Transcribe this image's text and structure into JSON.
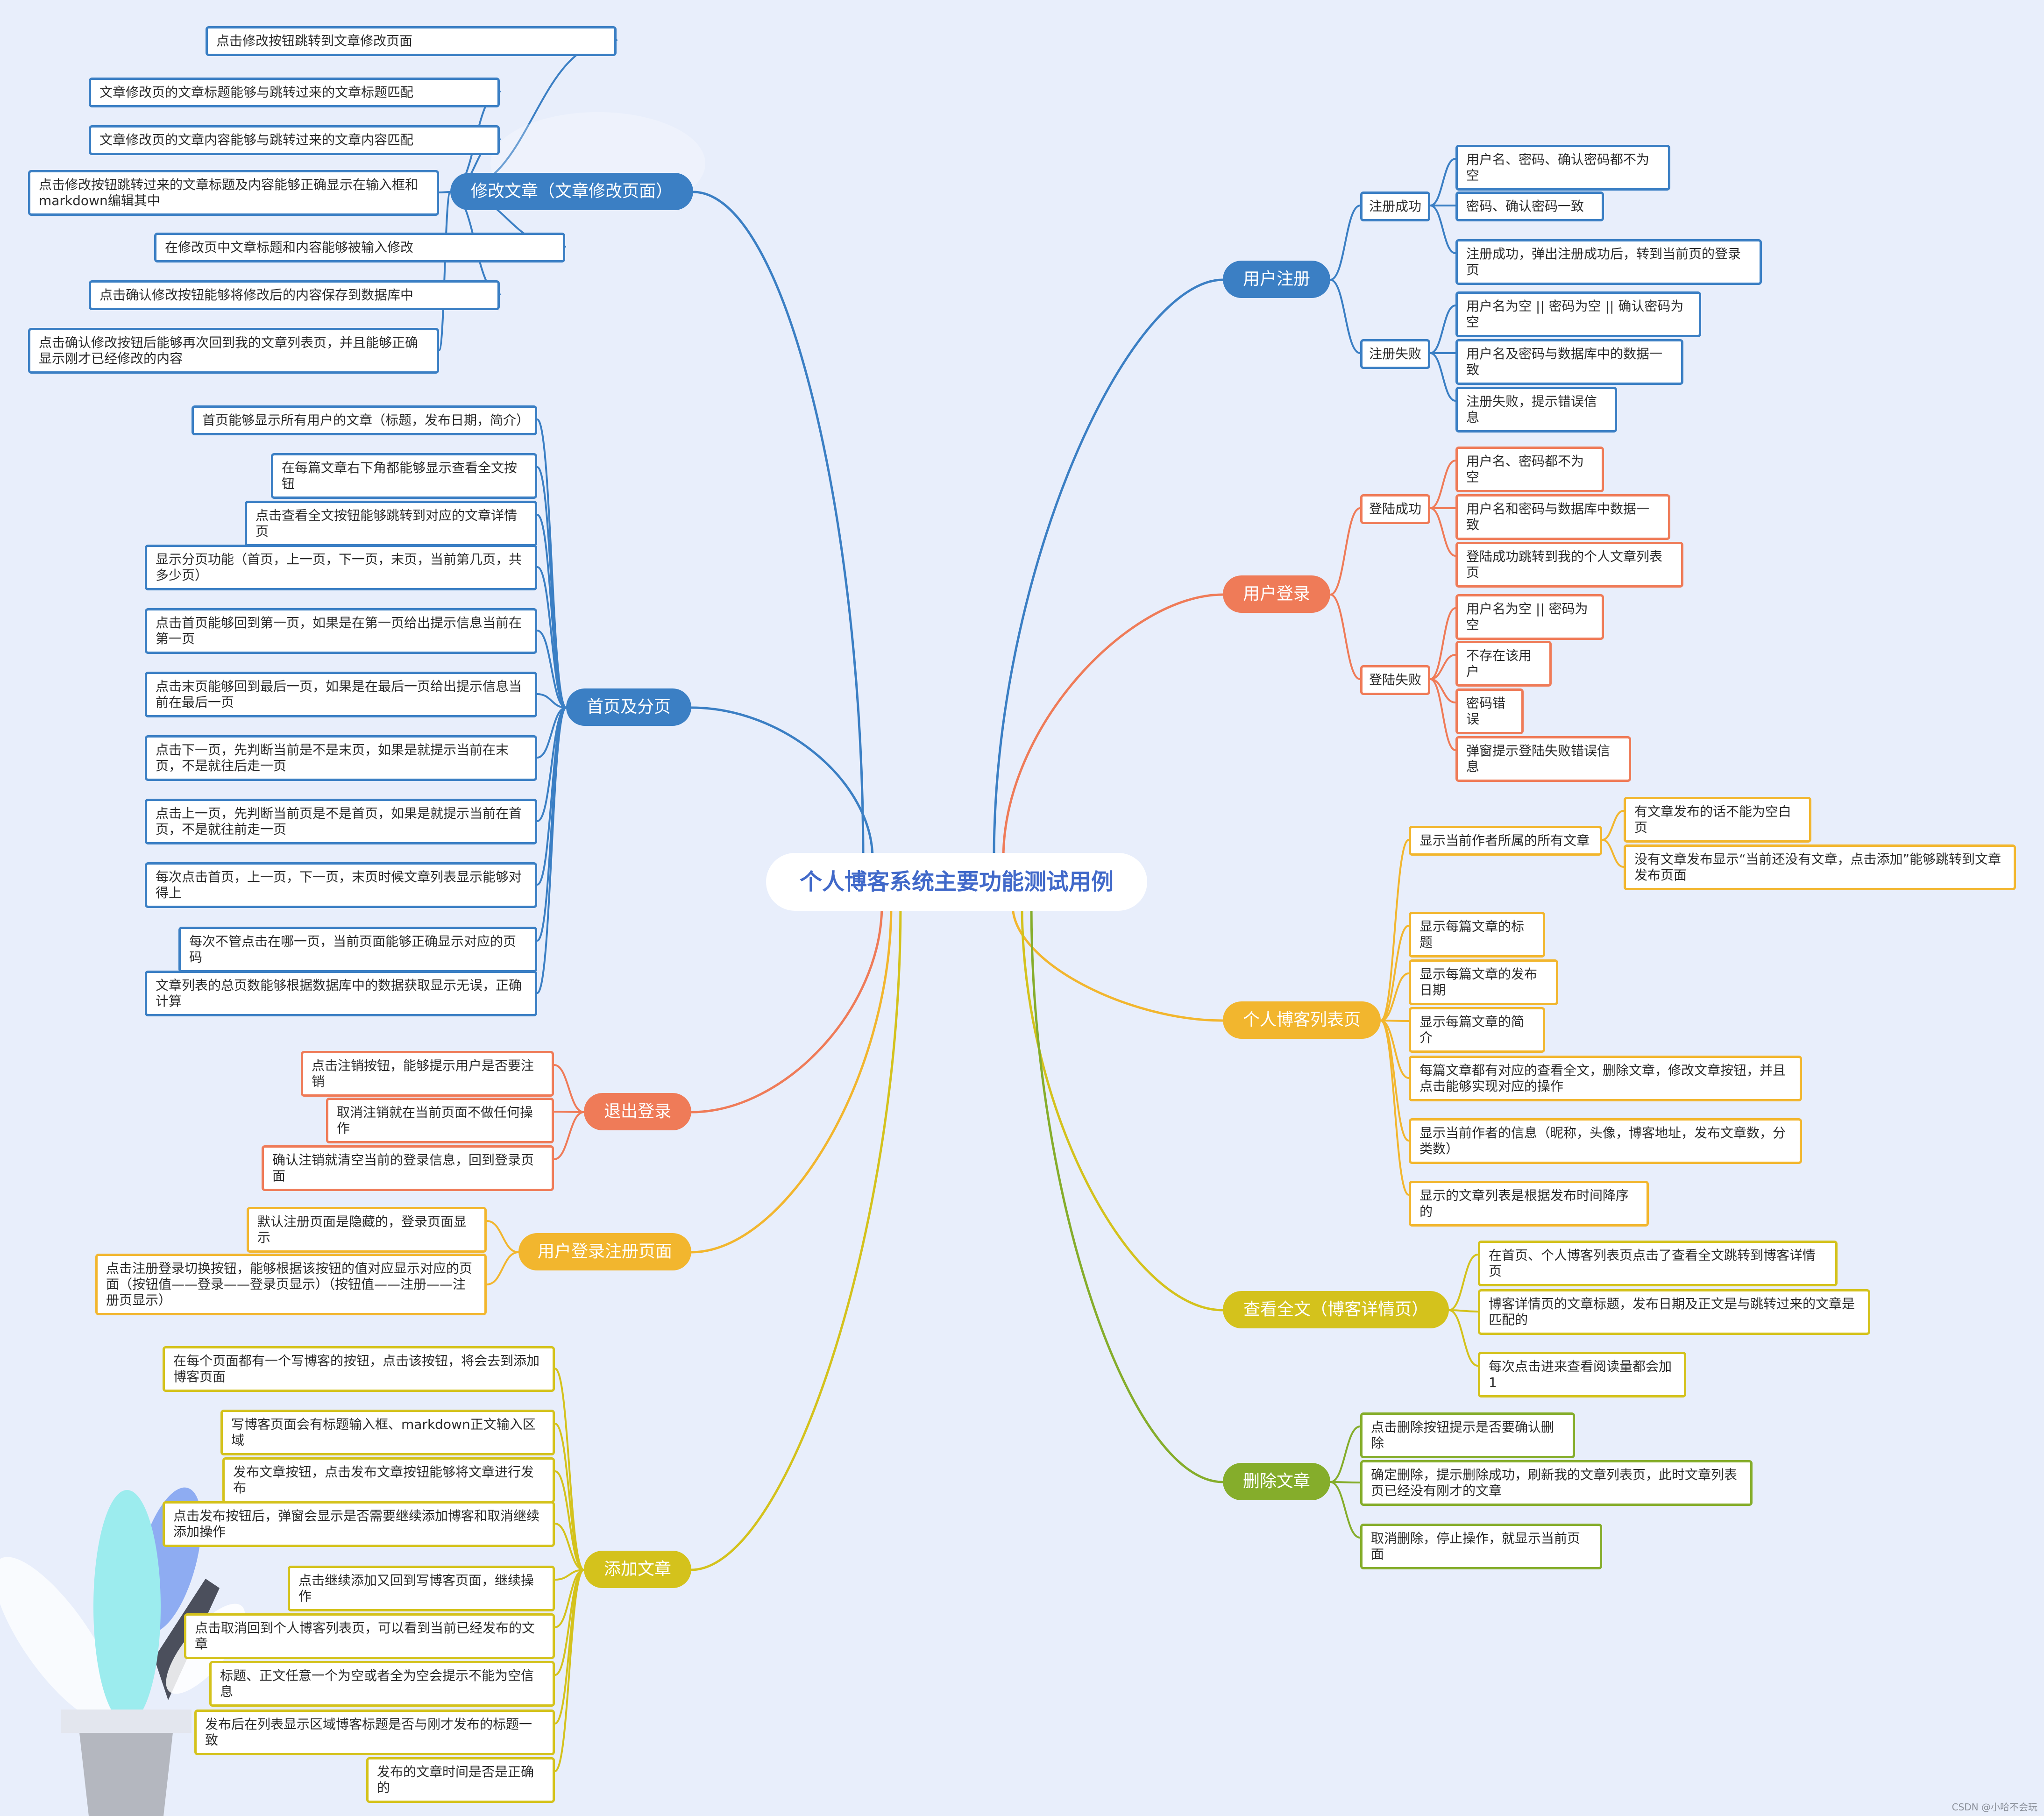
{
  "title": "个人博客系统主要功能测试用例",
  "footer": "CSDN @小哈不会玩",
  "colors": {
    "background": "#e8eefb",
    "blue": "#3b7fc4",
    "orange": "#ef7b58",
    "gold": "#f2b62e",
    "olive": "#d4c21c",
    "green": "#85ad2b",
    "root_text": "#4169c9"
  },
  "branches": [
    {
      "id": "b1",
      "side": "left",
      "color": "blue",
      "label": "修改文章（文章修改页面）",
      "leaves": [
        "点击修改按钮跳转到文章修改页面",
        "文章修改页的文章标题能够与跳转过来的文章标题匹配",
        "文章修改页的文章内容能够与跳转过来的文章内容匹配",
        "点击修改按钮跳转过来的文章标题及内容能够正确显示在输入框和markdown编辑其中",
        "在修改页中文章标题和内容能够被输入修改",
        "点击确认修改按钮能够将修改后的内容保存到数据库中",
        "点击确认修改按钮后能够再次回到我的文章列表页，并且能够正确显示刚才已经修改的内容"
      ]
    },
    {
      "id": "b2",
      "side": "left",
      "color": "blue",
      "label": "首页及分页",
      "leaves": [
        "首页能够显示所有用户的文章（标题，发布日期，简介）",
        "在每篇文章右下角都能够显示查看全文按钮",
        "点击查看全文按钮能够跳转到对应的文章详情页",
        "显示分页功能（首页，上一页，下一页，末页，当前第几页，共多少页）",
        "点击首页能够回到第一页，如果是在第一页给出提示信息当前在第一页",
        "点击末页能够回到最后一页，如果是在最后一页给出提示信息当前在最后一页",
        "点击下一页，先判断当前是不是末页，如果是就提示当前在末页，不是就往后走一页",
        "点击上一页，先判断当前页是不是首页，如果是就提示当前在首页，不是就往前走一页",
        "每次点击首页，上一页，下一页，末页时候文章列表显示能够对得上",
        "每次不管点击在哪一页，当前页面能够正确显示对应的页码",
        "文章列表的总页数能够根据数据库中的数据获取显示无误，正确计算"
      ]
    },
    {
      "id": "b3",
      "side": "left",
      "color": "orange",
      "label": "退出登录",
      "leaves": [
        "点击注销按钮，能够提示用户是否要注销",
        "取消注销就在当前页面不做任何操作",
        "确认注销就清空当前的登录信息，回到登录页面"
      ]
    },
    {
      "id": "b4",
      "side": "left",
      "color": "gold",
      "label": "用户登录注册页面",
      "leaves": [
        "默认注册页面是隐藏的，登录页面显示",
        "点击注册登录切换按钮，能够根据该按钮的值对应显示对应的页面（按钮值——登录——登录页显示）（按钮值——注册——注册页显示）"
      ]
    },
    {
      "id": "b5",
      "side": "left",
      "color": "olive",
      "label": "添加文章",
      "leaves": [
        "在每个页面都有一个写博客的按钮，点击该按钮，将会去到添加博客页面",
        "写博客页面会有标题输入框、markdown正文输入区域",
        "发布文章按钮，点击发布文章按钮能够将文章进行发布",
        "点击发布按钮后，弹窗会显示是否需要继续添加博客和取消继续添加操作",
        "点击继续添加又回到写博客页面，继续操作",
        "点击取消回到个人博客列表页，可以看到当前已经发布的文章",
        "标题、正文任意一个为空或者全为空会提示不能为空信息",
        "发布后在列表显示区域博客标题是否与刚才发布的标题一致",
        "发布的文章时间是否是正确的"
      ]
    },
    {
      "id": "b6",
      "side": "right",
      "color": "blue",
      "label": "用户注册",
      "groups": [
        {
          "label": "注册成功",
          "leaves": [
            "用户名、密码、确认密码都不为空",
            "密码、确认密码一致",
            "注册成功，弹出注册成功后，转到当前页的登录页"
          ]
        },
        {
          "label": "注册失败",
          "leaves": [
            "用户名为空 || 密码为空 || 确认密码为空",
            "用户名及密码与数据库中的数据一致",
            "注册失败，提示错误信息"
          ]
        }
      ]
    },
    {
      "id": "b7",
      "side": "right",
      "color": "orange",
      "label": "用户登录",
      "groups": [
        {
          "label": "登陆成功",
          "leaves": [
            "用户名、密码都不为空",
            "用户名和密码与数据库中数据一致",
            "登陆成功跳转到我的个人文章列表页"
          ]
        },
        {
          "label": "登陆失败",
          "leaves": [
            "用户名为空 || 密码为空",
            "不存在该用户",
            "密码错误",
            "弹窗提示登陆失败错误信息"
          ]
        }
      ]
    },
    {
      "id": "b8",
      "side": "right",
      "color": "gold",
      "label": "个人博客列表页",
      "items": [
        {
          "label": "显示当前作者所属的所有文章",
          "children": [
            "有文章发布的话不能为空白页",
            "没有文章发布显示“当前还没有文章，点击添加”能够跳转到文章发布页面"
          ]
        },
        {
          "label": "显示每篇文章的标题"
        },
        {
          "label": "显示每篇文章的发布日期"
        },
        {
          "label": "显示每篇文章的简介"
        },
        {
          "label": "每篇文章都有对应的查看全文，删除文章，修改文章按钮，并且点击能够实现对应的操作"
        },
        {
          "label": "显示当前作者的信息（昵称，头像，博客地址，发布文章数，分类数）"
        },
        {
          "label": "显示的文章列表是根据发布时间降序的"
        }
      ]
    },
    {
      "id": "b9",
      "side": "right",
      "color": "olive",
      "label": "查看全文（博客详情页）",
      "leaves": [
        "在首页、个人博客列表页点击了查看全文跳转到博客详情页",
        "博客详情页的文章标题，发布日期及正文是与跳转过来的文章是匹配的",
        "每次点击进来查看阅读量都会加1"
      ]
    },
    {
      "id": "b10",
      "side": "right",
      "color": "green",
      "label": "删除文章",
      "leaves": [
        "点击删除按钮提示是否要确认删除",
        "确定删除，提示删除成功，刷新我的文章列表页，此时文章列表页已经没有刚才的文章",
        "取消删除，停止操作，就显示当前页面"
      ]
    }
  ]
}
